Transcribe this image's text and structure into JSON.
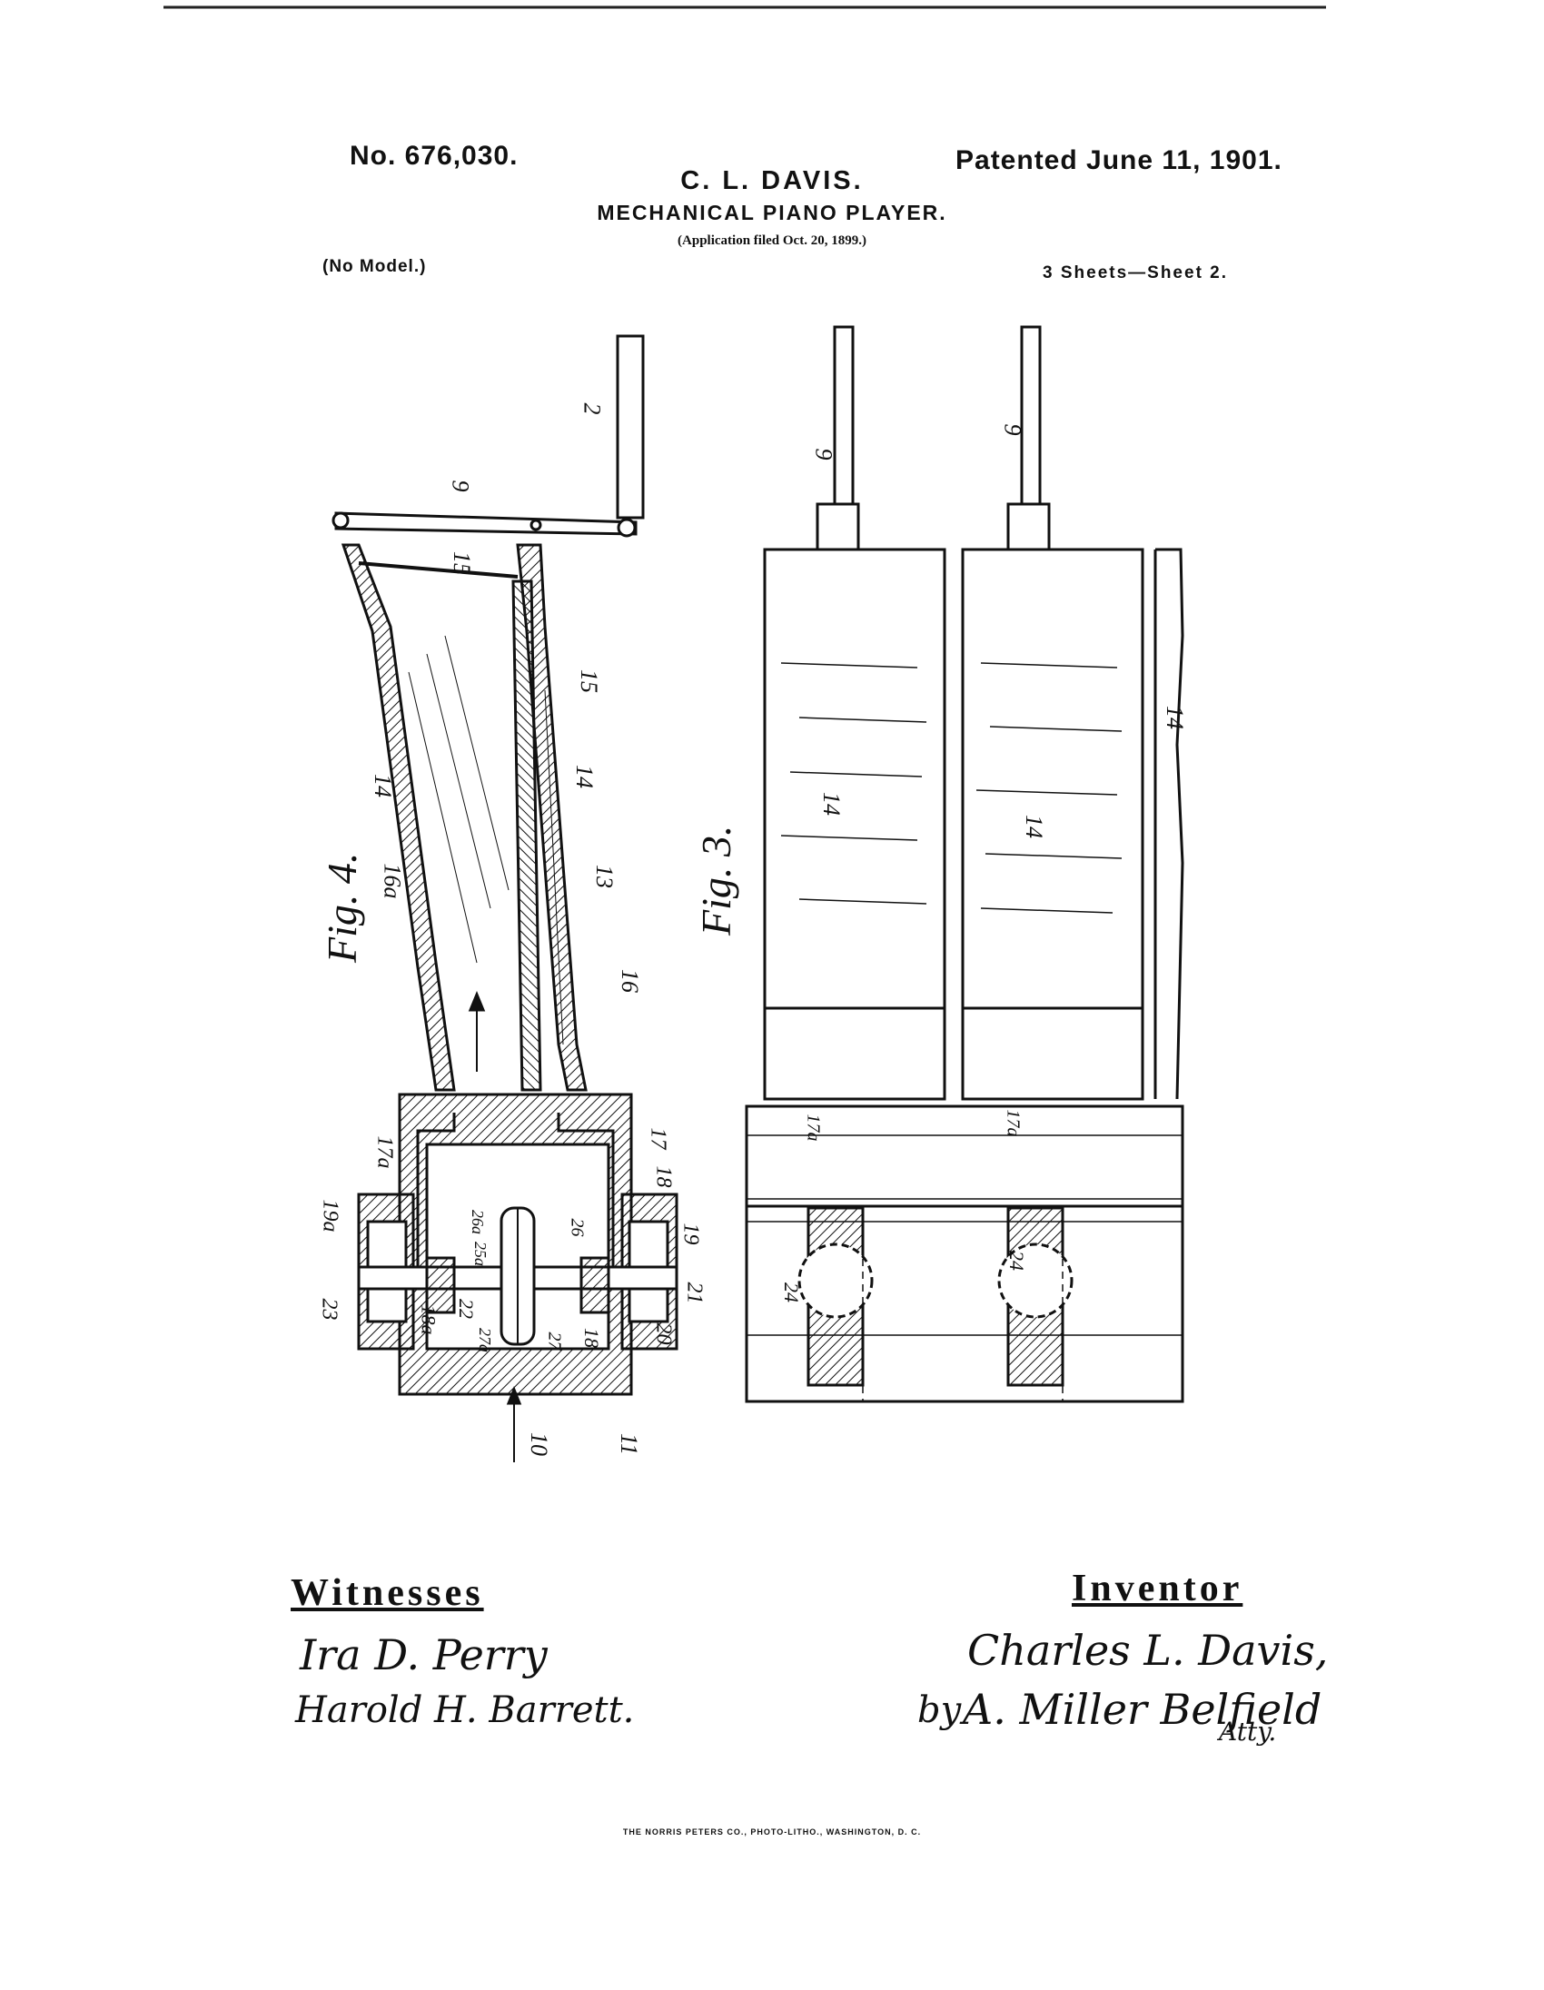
{
  "header": {
    "patent_number": "No. 676,030.",
    "patented_date": "Patented June 11, 1901.",
    "inventor": "C. L. DAVIS.",
    "title": "MECHANICAL PIANO PLAYER.",
    "application": "(Application filed Oct. 20, 1899.)",
    "model": "(No Model.)",
    "sheets": "3 Sheets—Sheet 2."
  },
  "figures": {
    "fig4": "Fig. 4.",
    "fig3": "Fig. 3."
  },
  "labels": {
    "n2": "2",
    "n9": "9",
    "n15": "15",
    "n14": "14",
    "n16a": "16a",
    "n13": "13",
    "n16": "16",
    "n17": "17",
    "n17a": "17a",
    "n18": "18",
    "n18a": "18a",
    "n19": "19",
    "n19a": "19a",
    "n20": "20",
    "n21": "21",
    "n22": "22",
    "n23": "23",
    "n24": "24",
    "n25a": "25a",
    "n26": "26",
    "n26a": "26a",
    "n27": "27",
    "n27a": "27a",
    "n10": "10",
    "n11": "11"
  },
  "signatures": {
    "witnesses_label": "Witnesses",
    "witness1": "Ira D. Perry",
    "witness2": "Harold H. Barrett.",
    "inventor_label": "Inventor",
    "inventor_signature": "Charles L. Davis,",
    "by": "by",
    "attorney_signature": "A. Miller Belfield",
    "attorney_abbr": "Atty."
  },
  "printer": "THE NORRIS PETERS CO., PHOTO-LITHO., WASHINGTON, D. C."
}
